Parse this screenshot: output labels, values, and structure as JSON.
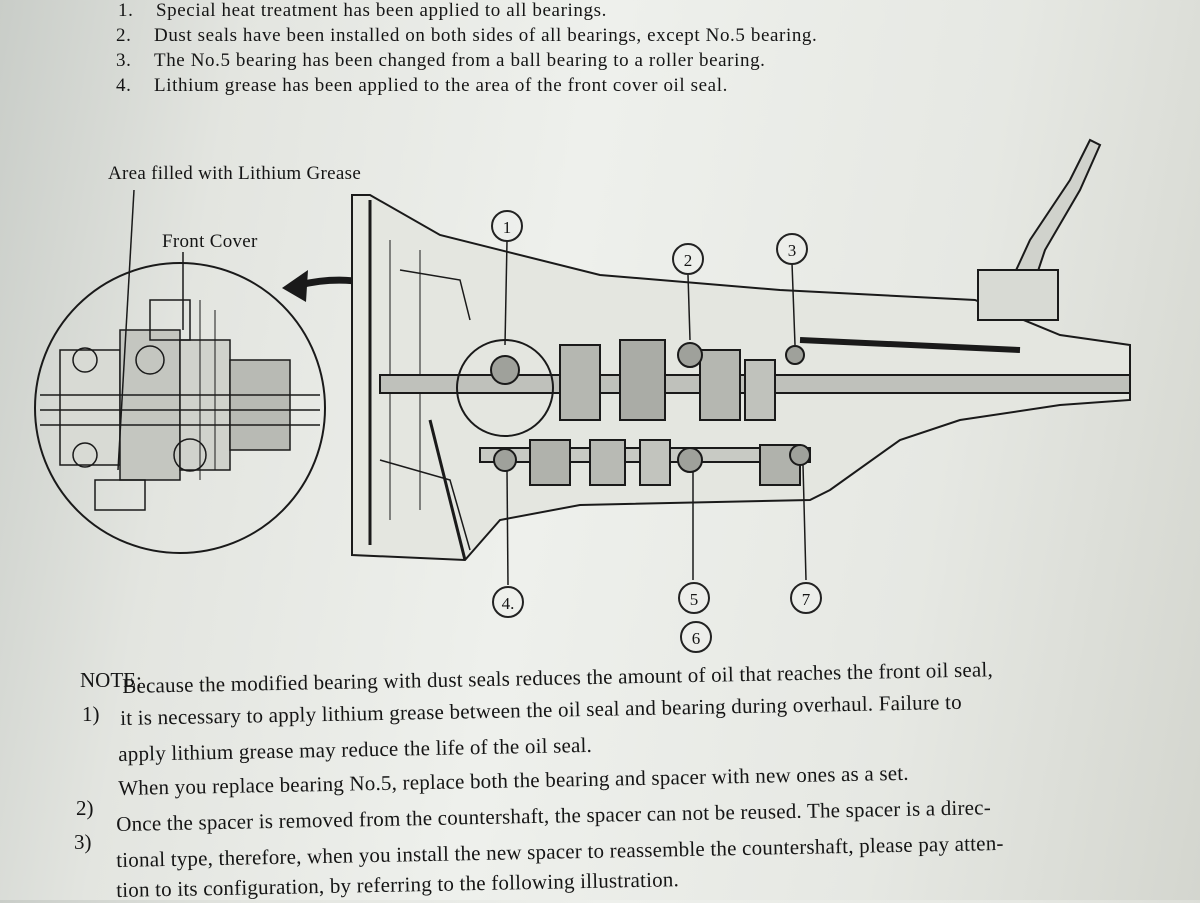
{
  "changes": [
    {
      "num": "1.",
      "text": "Special heat treatment has been applied to all bearings."
    },
    {
      "num": "2.",
      "text": "Dust seals have been installed on both sides of all bearings, except No.5 bearing."
    },
    {
      "num": "3.",
      "text": "The No.5 bearing has been changed from a ball bearing to a roller bearing."
    },
    {
      "num": "4.",
      "text": "Lithium grease has been applied to the area of the front cover oil seal."
    }
  ],
  "figure": {
    "label_grease": "Area filled with Lithium Grease",
    "label_front_cover": "Front Cover",
    "callouts": [
      "1",
      "2",
      "3",
      "4.",
      "5",
      "6",
      "7"
    ]
  },
  "note": {
    "heading": "NOTE:",
    "items": [
      {
        "num": "1)",
        "lines": [
          "Because the modified bearing with dust seals reduces the amount of oil that reaches the front oil seal,",
          "it is necessary to apply lithium grease between the oil seal and bearing during overhaul. Failure to",
          "apply lithium grease may reduce the life of the oil seal."
        ]
      },
      {
        "num": "2)",
        "lines": [
          "When you replace bearing No.5, replace both the bearing and spacer with new ones as a set."
        ]
      },
      {
        "num": "3)",
        "lines": [
          "Once the spacer is removed from the countershaft, the spacer can not be reused. The spacer is a direc-",
          "tional type, therefore, when you install the new spacer to reassemble the countershaft, please pay atten-",
          "tion to its configuration, by referring to the following illustration."
        ]
      }
    ]
  }
}
